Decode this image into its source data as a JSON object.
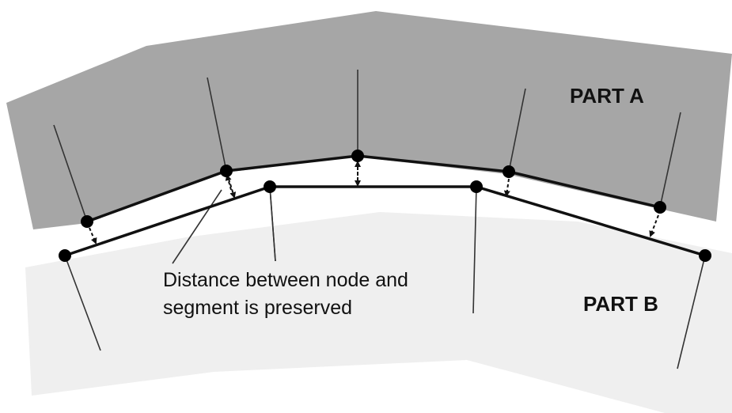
{
  "parts": {
    "part_a": {
      "label": "PART A",
      "fill": "#a6a6a6"
    },
    "part_b": {
      "label": "PART B",
      "fill": "#efefef"
    }
  },
  "annotation": {
    "line1": "Distance between node and",
    "line2": "segment is preserved"
  },
  "colors": {
    "segment": "#111111",
    "node": "#000000",
    "normal_line": "#333333",
    "distance_arrow": "#111111"
  }
}
